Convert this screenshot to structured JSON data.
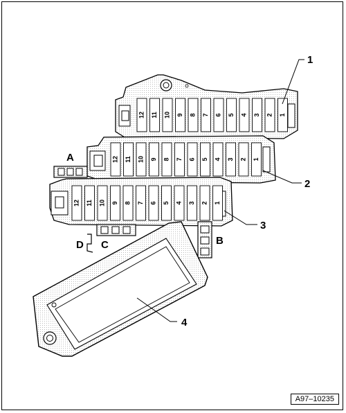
{
  "callouts": {
    "c1": "1",
    "c2": "2",
    "c3": "3",
    "c4": "4",
    "cA": "A",
    "cB": "B",
    "cC": "C",
    "cD": "D"
  },
  "fuse_numbers": [
    "12",
    "11",
    "10",
    "9",
    "8",
    "7",
    "6",
    "5",
    "4",
    "3",
    "2",
    "1"
  ],
  "figure_ref": "A97–10235"
}
